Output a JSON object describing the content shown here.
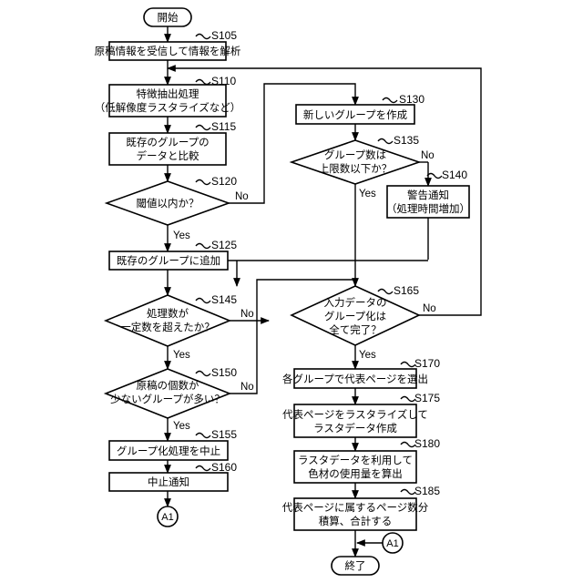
{
  "diagram": {
    "start": "開始",
    "end": "終了",
    "connector": "A1",
    "yes": "Yes",
    "no": "No",
    "s105": {
      "id": "S105",
      "lines": [
        "原稿情報を受信して情報を解析"
      ]
    },
    "s110": {
      "id": "S110",
      "lines": [
        "特徴抽出処理",
        "（低解像度ラスタライズなど）"
      ]
    },
    "s115": {
      "id": "S115",
      "lines": [
        "既存のグループの",
        "データと比較"
      ]
    },
    "s120": {
      "id": "S120",
      "lines": [
        "閾値以内か？"
      ]
    },
    "s125": {
      "id": "S125",
      "lines": [
        "既存のグループに追加"
      ]
    },
    "s130": {
      "id": "S130",
      "lines": [
        "新しいグループを作成"
      ]
    },
    "s135": {
      "id": "S135",
      "lines": [
        "グループ数は",
        "上限数以下か？"
      ]
    },
    "s140": {
      "id": "S140",
      "lines": [
        "警告通知",
        "（処理時間増加）"
      ]
    },
    "s145": {
      "id": "S145",
      "lines": [
        "処理数が",
        "一定数を超えたか？"
      ]
    },
    "s150": {
      "id": "S150",
      "lines": [
        "原稿の個数が",
        "少ないグループが多い？"
      ]
    },
    "s155": {
      "id": "S155",
      "lines": [
        "グループ化処理を中止"
      ]
    },
    "s160": {
      "id": "S160",
      "lines": [
        "中止通知"
      ]
    },
    "s165": {
      "id": "S165",
      "lines": [
        "入力データの",
        "グループ化は",
        "全て完了？"
      ]
    },
    "s170": {
      "id": "S170",
      "lines": [
        "各グループで代表ページを選出"
      ]
    },
    "s175": {
      "id": "S175",
      "lines": [
        "代表ページをラスタライズして",
        "ラスタデータ作成"
      ]
    },
    "s180": {
      "id": "S180",
      "lines": [
        "ラスタデータを利用して",
        "色材の使用量を算出"
      ]
    },
    "s185": {
      "id": "S185",
      "lines": [
        "代表ページに属するページ数分",
        "積算、合計する"
      ]
    }
  }
}
